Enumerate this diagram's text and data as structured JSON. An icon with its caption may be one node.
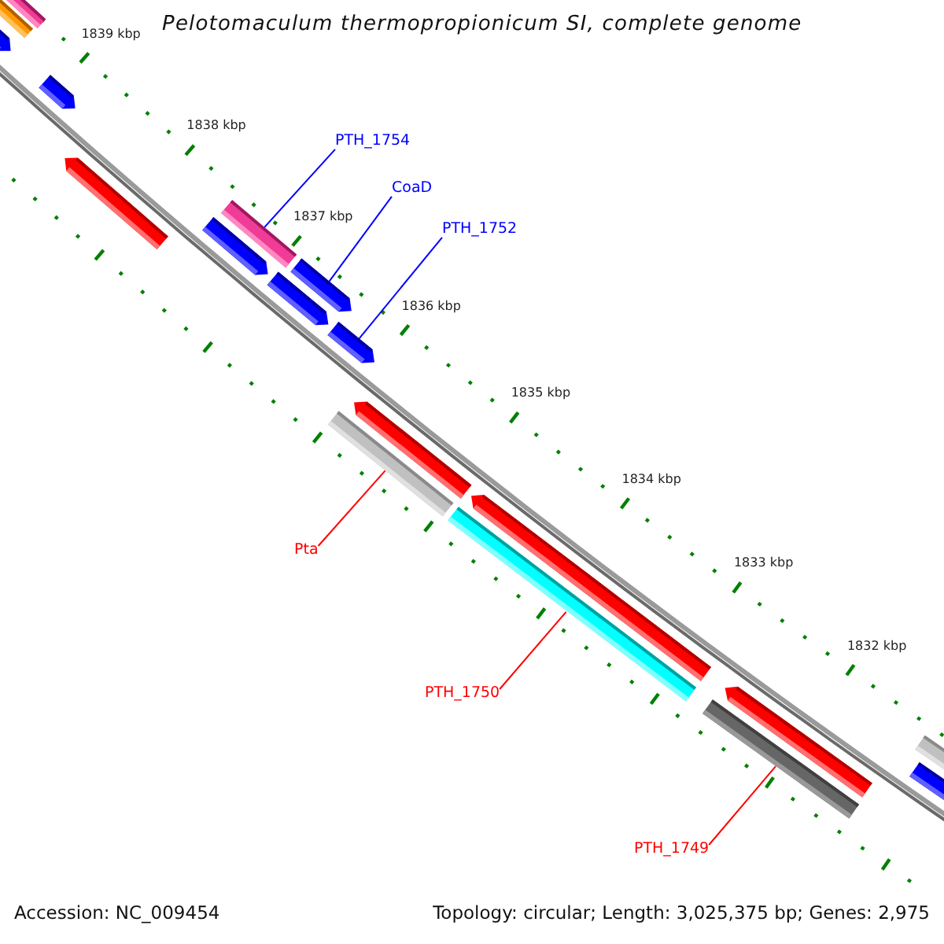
{
  "diagram": {
    "title": "Pelotomaculum thermopropionicum SI, complete genome",
    "nodes": [
      {
        "text": [
          "PTH_1754"
        ]
      },
      {
        "text": [
          "CoaD"
        ]
      },
      {
        "text": [
          "PTH_1752"
        ]
      },
      {
        "text": [
          "Pta"
        ]
      },
      {
        "text": [
          "PTH_1750"
        ]
      },
      {
        "text": [
          "PTH_1749"
        ]
      },
      {
        "text": [],
        "shape": "bar"
      },
      {
        "text": [],
        "shape": "bar"
      },
      {
        "text": [],
        "shape": "bar"
      },
      {
        "text": [],
        "shape": "bar"
      },
      {
        "text": [],
        "shape": "bar"
      },
      {
        "text": [],
        "shape": "bar"
      }
    ],
    "edges": [
      {
        "from": 0,
        "to": 6,
        "arrow": "none",
        "color": "#0000ff"
      },
      {
        "from": 1,
        "to": 7,
        "arrow": "none",
        "color": "#0000ff"
      },
      {
        "from": 2,
        "to": 8,
        "arrow": "none",
        "color": "#0000ff"
      },
      {
        "from": 3,
        "to": 9,
        "arrow": "none",
        "color": "#ff0000"
      },
      {
        "from": 4,
        "to": 10,
        "arrow": "none",
        "color": "#ff0000"
      },
      {
        "from": 5,
        "to": 11,
        "arrow": "none",
        "color": "#ff0000"
      }
    ],
    "labels": [
      "1839 kbp",
      "1838 kbp",
      "1837 kbp",
      "1836 kbp",
      "1835 kbp",
      "1834 kbp",
      "1833 kbp",
      "1832 kbp",
      "Accession: NC_009454",
      "Topology: circular; Length: 3,025,375 bp; Genes: 2,975"
    ]
  }
}
